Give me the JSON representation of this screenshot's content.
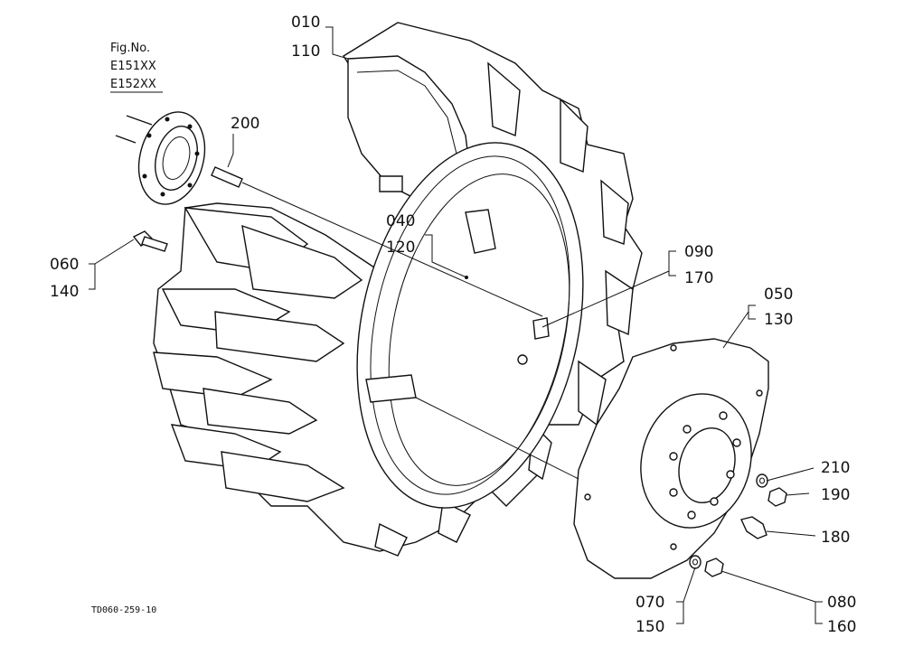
{
  "figure": {
    "label": "Fig.No.",
    "numbers": [
      "E151XX",
      "E152XX"
    ]
  },
  "drawing_code": "TD060-259-10",
  "callouts": {
    "c010": "010",
    "c110": "110",
    "c040": "040",
    "c120": "120",
    "c200": "200",
    "c060": "060",
    "c140": "140",
    "c090": "090",
    "c170": "170",
    "c050": "050",
    "c130": "130",
    "c210": "210",
    "c190": "190",
    "c180": "180",
    "c070": "070",
    "c150": "150",
    "c080": "080",
    "c160": "160"
  }
}
